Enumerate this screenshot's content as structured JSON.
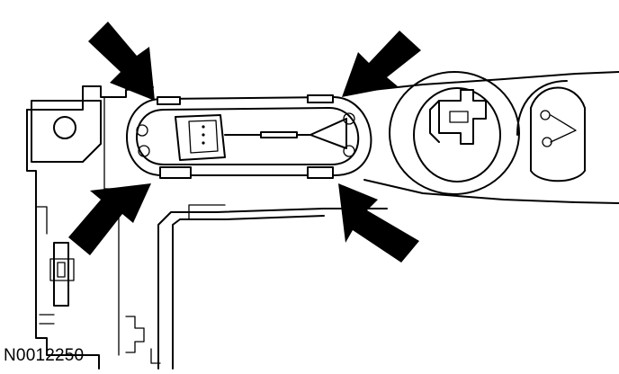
{
  "figure": {
    "reference_code": "N0012250",
    "icons": [
      "arrow-icon",
      "lamp-holder",
      "bulb-socket",
      "connector"
    ]
  }
}
